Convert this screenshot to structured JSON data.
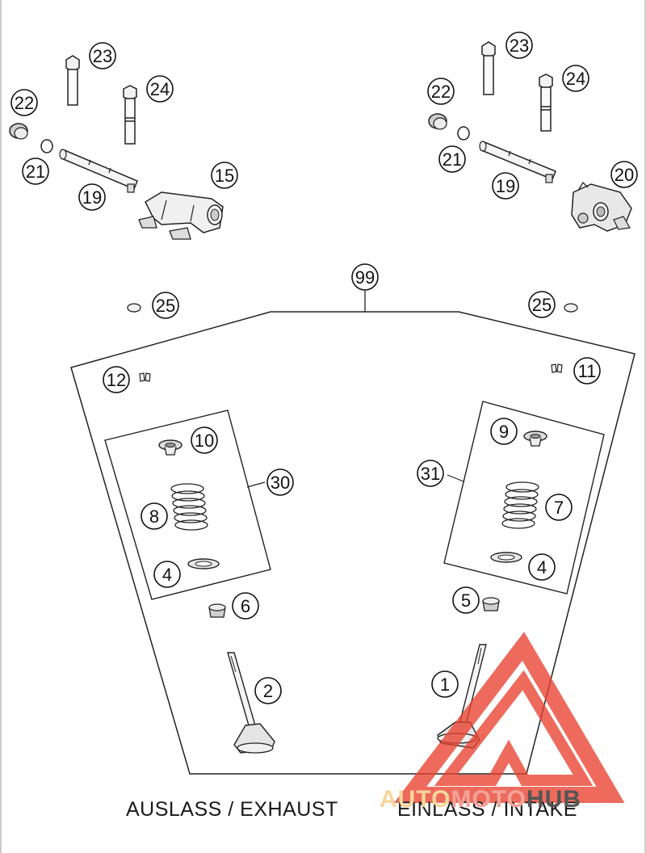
{
  "callouts": {
    "c23a": "23",
    "c24a": "24",
    "c22a": "22",
    "c21a": "21",
    "c19a": "19",
    "c15": "15",
    "c23b": "23",
    "c24b": "24",
    "c22b": "22",
    "c21b": "21",
    "c19b": "19",
    "c20": "20",
    "c99": "99",
    "c25a": "25",
    "c25b": "25",
    "c12": "12",
    "c11": "11",
    "c10": "10",
    "c30": "30",
    "c8": "8",
    "c4a": "4",
    "c6": "6",
    "c2": "2",
    "c9": "9",
    "c31": "31",
    "c7": "7",
    "c4b": "4",
    "c5": "5",
    "c1": "1"
  },
  "captions": {
    "exhaust": "AUSLASS / EXHAUST",
    "intake": "EINLASS / INTAKE"
  },
  "watermark": {
    "part_a": "AUTO",
    "part_b": "MOTO",
    "part_c": "HUB",
    "colors": {
      "triangle": "#e8412f",
      "auto": "#f6c77a",
      "moto": "#f08878",
      "hub": "#555555"
    }
  }
}
